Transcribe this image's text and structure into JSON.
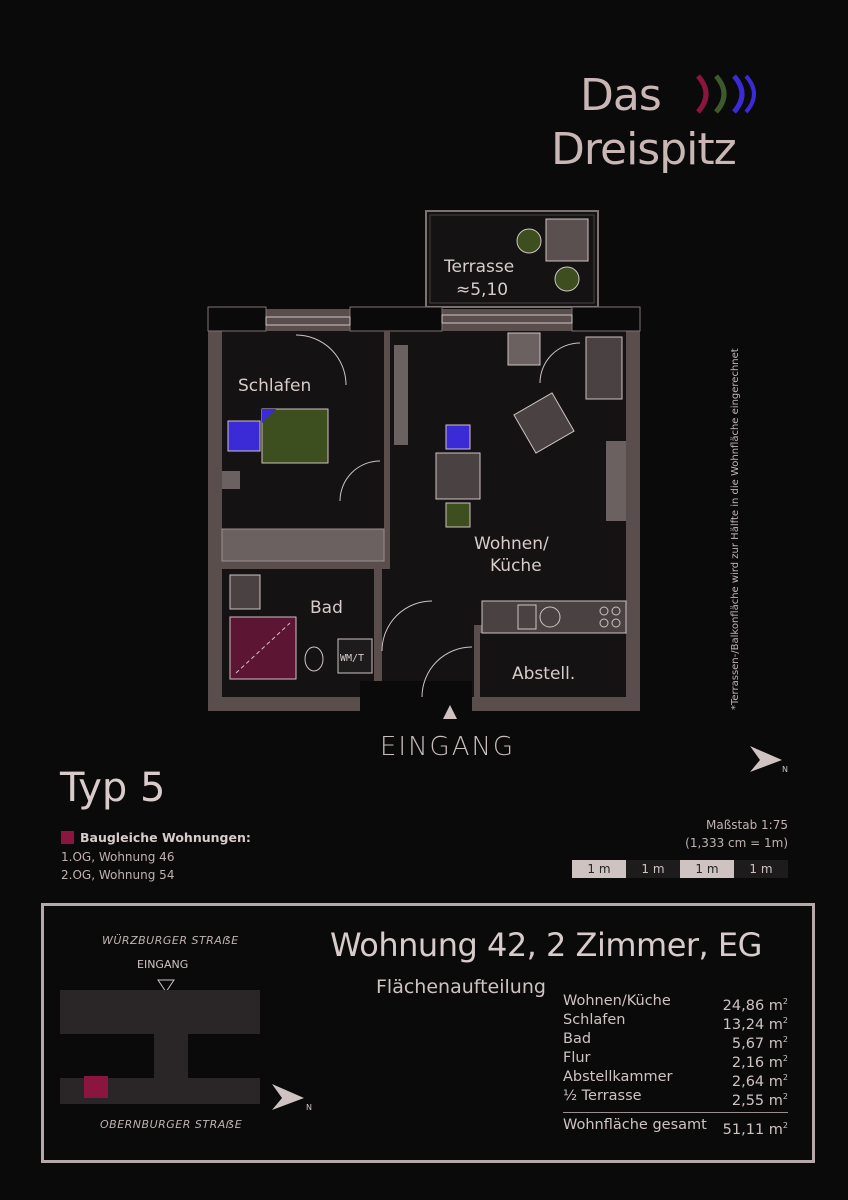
{
  "logo": {
    "line1": "Das",
    "line2": "Dreispitz",
    "mark_colors": [
      "#8a1640",
      "#3d5a2a",
      "#3a2bd6"
    ]
  },
  "plan": {
    "rooms": {
      "terrace": "Terrasse",
      "terrace_area": "≈5,10",
      "bedroom": "Schlafen",
      "living": "Wohnen/",
      "living_line2": "Küche",
      "bath": "Bad",
      "washer": "WM/T",
      "storage": "Abstell."
    },
    "entrance": "EINGANG",
    "side_note": "*Terrassen-/Balkonfläche wird zur Hälfte in die Wohnfläche eingerechnet",
    "colors": {
      "wall": "#5a4e4d",
      "furniture": "#6b6161",
      "green": "#3d4f1f",
      "blue": "#3a2bd6",
      "wine": "#5c1634"
    }
  },
  "type_title": "Typ 5",
  "legend": {
    "title": "Baugleiche Wohnungen:",
    "items": [
      "1.OG, Wohnung 46",
      "2.OG, Wohnung 54"
    ],
    "swatch_color": "#8a1640"
  },
  "scale": {
    "line1": "Maßstab 1:75",
    "line2": "(1,333 cm = 1m)",
    "segments": [
      "1 m",
      "1 m",
      "1 m",
      "1 m"
    ]
  },
  "apartment": {
    "title": "Wohnung 42, 2 Zimmer, EG",
    "areas_heading": "Flächenaufteilung",
    "areas": [
      {
        "name": "Wohnen/Küche",
        "value": "24,86 m",
        "unit_sup": "2"
      },
      {
        "name": "Schlafen",
        "value": "13,24 m",
        "unit_sup": "2"
      },
      {
        "name": "Bad",
        "value": "5,67 m",
        "unit_sup": "2"
      },
      {
        "name": "Flur",
        "value": "2,16 m",
        "unit_sup": "2"
      },
      {
        "name": "Abstellkammer",
        "value": "2,64 m",
        "unit_sup": "2"
      },
      {
        "name": "½ Terrasse",
        "value": "2,55 m",
        "unit_sup": "2"
      }
    ],
    "total": {
      "name": "Wohnfläche gesamt",
      "value": "51,11 m",
      "unit_sup": "2"
    }
  },
  "site": {
    "street_top": "WÜRZBURGER STRAẞE",
    "street_bottom": "OBERNBURGER STRAẞE",
    "entrance": "EINGANG"
  }
}
